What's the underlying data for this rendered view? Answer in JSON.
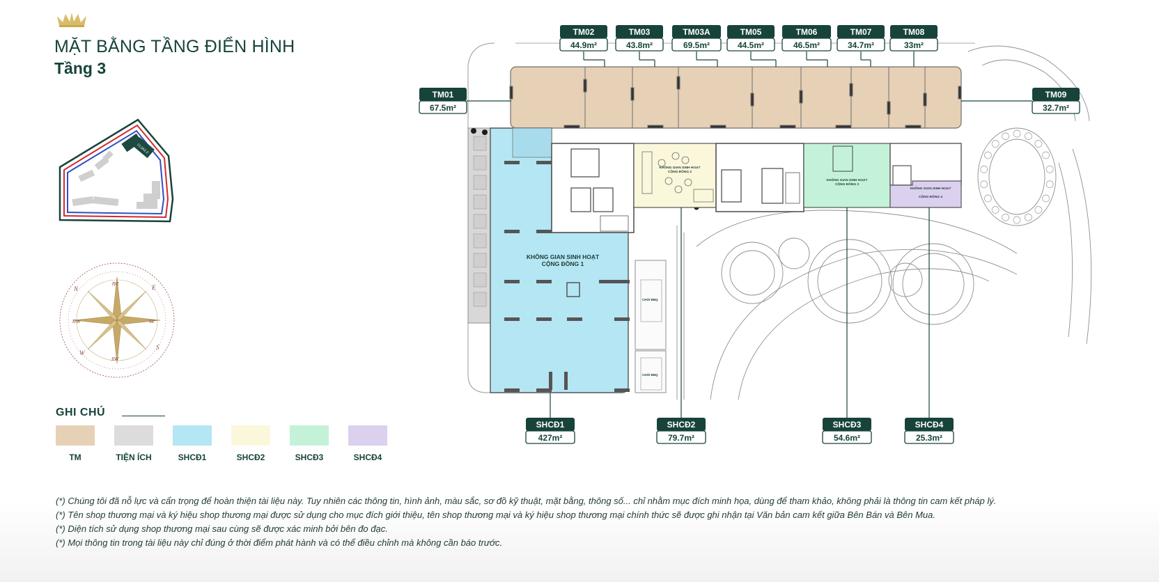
{
  "header": {
    "title": "MẶT BẰNG TẦNG ĐIỂN HÌNH",
    "subtitle": "Tầng 3"
  },
  "colors": {
    "brand_dark": "#17433b",
    "gold": "#d1b45a",
    "tm": "#e6d0b6",
    "tien_ich": "#dcdcdc",
    "shcd1": "#b4e6f4",
    "shcd2": "#fbf7db",
    "shcd3": "#c4f2d9",
    "shcd4": "#dcd0ef"
  },
  "keymap": {
    "label": "CL3A2.2"
  },
  "compass": {
    "n": "N",
    "e": "E",
    "s": "S",
    "w": "W",
    "ne": "ne",
    "se": "se",
    "sw": "sw",
    "nw": "nw"
  },
  "legend": {
    "title": "GHI CHÚ",
    "items": [
      {
        "label": "TM",
        "color": "#e6d0b6"
      },
      {
        "label": "TIỆN ÍCH",
        "color": "#dcdcdc"
      },
      {
        "label": "SHCĐ1",
        "color": "#b4e6f4"
      },
      {
        "label": "SHCĐ2",
        "color": "#fbf7db"
      },
      {
        "label": "SHCĐ3",
        "color": "#c4f2d9"
      },
      {
        "label": "SHCĐ4",
        "color": "#dcd0ef"
      }
    ]
  },
  "units": {
    "top": [
      {
        "code": "TM02",
        "area": "44.9m²"
      },
      {
        "code": "TM03",
        "area": "43.8m²"
      },
      {
        "code": "TM03A",
        "area": "69.5m²"
      },
      {
        "code": "TM05",
        "area": "44.5m²"
      },
      {
        "code": "TM06",
        "area": "46.5m²"
      },
      {
        "code": "TM07",
        "area": "34.7m²"
      },
      {
        "code": "TM08",
        "area": "33m²"
      }
    ],
    "tm01": {
      "code": "TM01",
      "area": "67.5m²"
    },
    "tm09": {
      "code": "TM09",
      "area": "32.7m²"
    },
    "bottom": [
      {
        "code": "SHCĐ1",
        "area": "427m²"
      },
      {
        "code": "SHCĐ2",
        "area": "79.7m²"
      },
      {
        "code": "SHCĐ3",
        "area": "54.6m²"
      },
      {
        "code": "SHCĐ4",
        "area": "25.3m²"
      }
    ]
  },
  "rooms": {
    "shcd1_line1": "KHÔNG GIAN SINH HOẠT",
    "shcd1_line2": "CỘNG ĐỒNG 1",
    "shcd2_line1": "KHÔNG GIAN SINH HOẠT",
    "shcd2_line2": "CỘNG ĐỒNG 2",
    "shcd3_line1": "KHÔNG GIAN SINH HOẠT",
    "shcd3_line2": "CỘNG ĐỒNG 3",
    "shcd4_line1": "KHÔNG GIAN SINH HOẠT",
    "shcd4_line2": "CỘNG ĐỒNG 4",
    "bbq1": "CHÒI BBQ",
    "bbq2": "CHÒI BBQ"
  },
  "notes": [
    "(*) Chúng tôi đã nỗ lực và cẩn trọng để hoàn thiện tài liệu này. Tuy nhiên các thông tin, hình ảnh, màu sắc, sơ đồ kỹ thuật, mặt bằng, thông số... chỉ nhằm mục đích minh họa, dùng để tham khảo, không phải là thông tin cam kết pháp lý.",
    "(*) Tên shop thương mại và ký hiệu shop thương mại được sử dụng cho mục đích giới thiệu, tên shop thương mại và ký hiệu shop thương mại chính thức sẽ được ghi nhận tại Văn bản cam kết giữa Bên Bán và Bên Mua.",
    "(*) Diện tích sử dụng shop thương mại sau cùng sẽ được xác minh bởi bên đo đạc.",
    "(*) Mọi thông tin trong tài liệu này chỉ đúng ở thời điểm phát hành và có thể điều chỉnh mà không cần báo trước."
  ]
}
